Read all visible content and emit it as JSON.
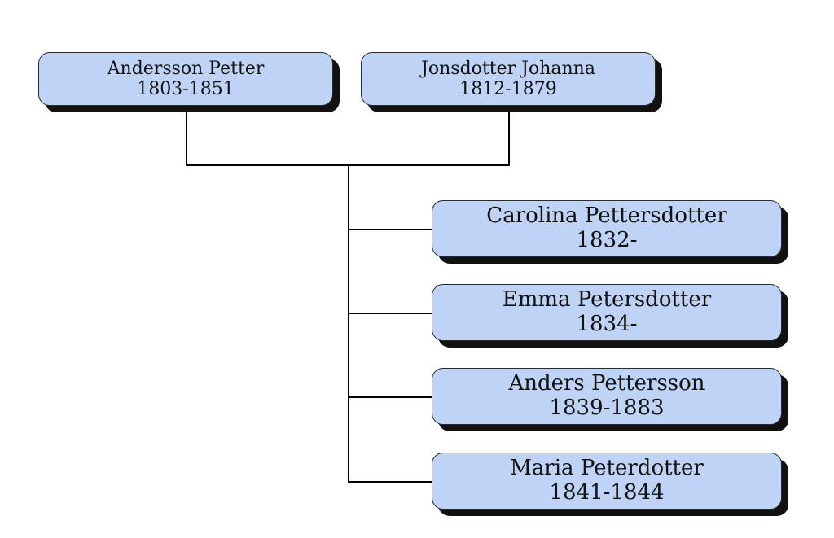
{
  "parents": [
    {
      "name": "Andersson Petter",
      "years": "1803-1851"
    },
    {
      "name": "Jonsdotter Johanna",
      "years": "1812-1879"
    }
  ],
  "children": [
    {
      "name": "Carolina Pettersdotter",
      "years": "1832-"
    },
    {
      "name": "Emma Petersdotter",
      "years": "1834-"
    },
    {
      "name": "Anders Pettersson",
      "years": "1839-1883"
    },
    {
      "name": "Maria Peterdotter",
      "years": "1841-1844"
    }
  ],
  "colors": {
    "box_fill": "#bed3f5",
    "box_border": "#2a2a2a",
    "box_shadow": "#111111",
    "connector": "#000000"
  }
}
